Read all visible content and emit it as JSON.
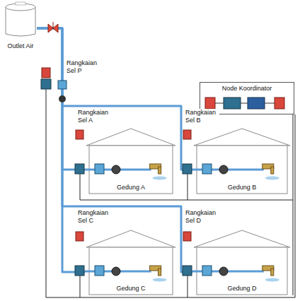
{
  "diagram": {
    "nodes": [
      {
        "text": [
          "Outlet Air"
        ]
      },
      {
        "text": [
          "Node Koordinator"
        ]
      },
      {
        "text": [
          "Gedung A"
        ]
      },
      {
        "text": [
          "Gedung B"
        ]
      },
      {
        "text": [
          "Gedung C"
        ]
      },
      {
        "text": [
          "Gedung D"
        ]
      }
    ],
    "edges": [
      {
        "from": 0,
        "to": 2,
        "arrow": "none"
      },
      {
        "from": 0,
        "to": 3,
        "arrow": "none"
      },
      {
        "from": 0,
        "to": 4,
        "arrow": "none"
      },
      {
        "from": 0,
        "to": 5,
        "arrow": "none"
      }
    ],
    "labels": [
      "Rangkaian Sel P",
      "Rangkaian Sel A",
      "Rangkaian Sel B",
      "Rangkaian Sel C",
      "Rangkaian Sel D"
    ]
  }
}
